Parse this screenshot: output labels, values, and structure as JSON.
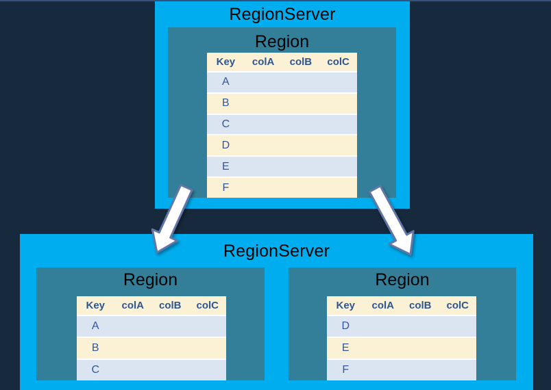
{
  "colors": {
    "background": "#17293D",
    "server_fill": "#00AEEF",
    "region_fill": "#337F99",
    "header_fill": "#FBF2D5",
    "row_cream_fill": "#FBF2D5",
    "row_blue_fill": "#DBE5F1",
    "grid_line": "#FFFFFF",
    "header_text": "#2E5593",
    "row_text": "#31569B",
    "title_text": "#000000",
    "arrow_fill": "#FFFFFF",
    "arrow_stroke": "#6277A8"
  },
  "top_server": {
    "title": "RegionServer",
    "region": {
      "title": "Region",
      "table": {
        "columns": [
          "Key",
          "colA",
          "colB",
          "colC"
        ],
        "rows": [
          "A",
          "B",
          "C",
          "D",
          "E",
          "F"
        ]
      }
    }
  },
  "bottom_server": {
    "title": "RegionServer",
    "regions": [
      {
        "title": "Region",
        "table": {
          "columns": [
            "Key",
            "colA",
            "colB",
            "colC"
          ],
          "rows": [
            "A",
            "B",
            "C"
          ]
        }
      },
      {
        "title": "Region",
        "table": {
          "columns": [
            "Key",
            "colA",
            "colB",
            "colC"
          ],
          "rows": [
            "D",
            "E",
            "F"
          ]
        }
      }
    ]
  },
  "arrows": [
    {
      "name": "split-arrow-left",
      "direction": "down-left"
    },
    {
      "name": "split-arrow-right",
      "direction": "down-right"
    }
  ]
}
